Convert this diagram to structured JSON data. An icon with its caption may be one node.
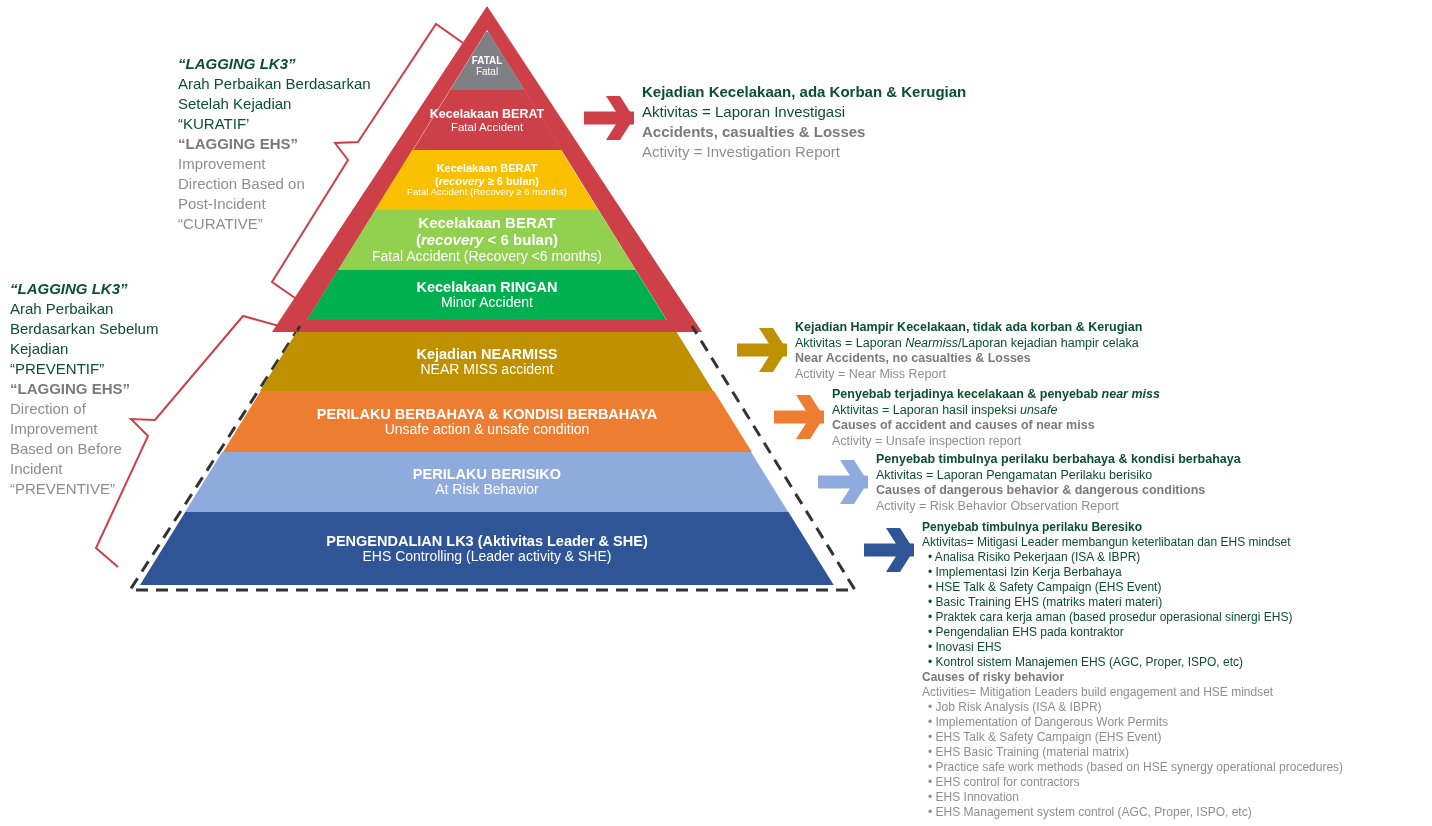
{
  "diagram": {
    "nodes": [
      {
        "text": [
          "FATAL",
          "Fatal"
        ]
      },
      {
        "text": [
          "Kecelakaan BERAT",
          "Fatal Accident"
        ]
      },
      {
        "text": [
          "Kecelakaan BERAT",
          "(*recovery* ≥ 6 bulan)",
          "Fatal Accident (Recovery ≥ 6 months)"
        ]
      },
      {
        "text": [
          "Kecelakaan BERAT",
          "(*recovery* < 6 bulan)",
          "Fatal Accident (Recovery <6 months)"
        ]
      },
      {
        "text": [
          "Kecelakaan RINGAN",
          "Minor Accident"
        ]
      },
      {
        "text": [
          "Kejadian NEARMISS",
          "NEAR MISS accident"
        ]
      },
      {
        "text": [
          "PERILAKU BERBAHAYA & KONDISI BERBAHAYA",
          "Unsafe action & unsafe condition"
        ]
      },
      {
        "text": [
          "PERILAKU BERISIKO",
          "At Risk Behavior"
        ]
      },
      {
        "text": [
          "PENGENDALIAN LK3 (Aktivitas Leader & SHE)",
          "EHS Controlling (Leader activity & SHE)"
        ]
      },
      {
        "text": [
          "Kejadian Kecelakaan, ada Korban & Kerugian",
          "Aktivitas = Laporan Investigasi",
          "Accidents, casualties & Losses",
          "Activity = Investigation Report"
        ]
      },
      {
        "text": [
          "Kejadian Hampir Kecelakaan, tidak ada korban & Kerugian",
          "Aktivitas = Laporan *Nearmiss*/Laporan kejadian hampir celaka",
          "Near Accidents, no casualties & Losses",
          "Activity = Near Miss Report"
        ]
      },
      {
        "text": [
          "Penyebab terjadinya kecelakaan & penyebab *near miss*",
          "Aktivitas = Laporan hasil inspeksi *unsafe*",
          "Causes of accident and causes of near miss",
          "Activity = Unsafe inspection report"
        ]
      },
      {
        "text": [
          "Penyebab timbulnya perilaku berbahaya & kondisi berbahaya",
          "Aktivitas = Laporan Pengamatan Perilaku berisiko",
          "Causes of dangerous behavior & dangerous conditions",
          "Activity = Risk Behavior Observation Report"
        ]
      },
      {
        "text": [
          "Penyebab timbulnya perilaku Beresiko",
          "Aktivitas= Mitigasi Leader membangun keterlibatan dan EHS mindset",
          "• Analisa Risiko Pekerjaan (ISA & IBPR)",
          "• Implementasi Izin Kerja Berbahaya",
          "• HSE Talk & Safety Campaign (EHS Event)",
          "• Basic Training EHS (matriks materi materi)",
          "• Praktek cara kerja aman (based prosedur operasional sinergi EHS)",
          "• Pengendalian EHS pada kontraktor",
          "• Inovasi EHS",
          "• Kontrol sistem Manajemen EHS (AGC, Proper, ISPO, etc)",
          "Causes of risky behavior",
          "Activities= Mitigation Leaders build engagement and HSE mindset",
          "• Job Risk Analysis (ISA & IBPR)",
          "• Implementation of Dangerous Work Permits",
          "• EHS Talk & Safety Campaign (EHS Event)",
          "• EHS Basic Training (material matrix)",
          "• Practice safe work methods (based on HSE synergy operational procedures)",
          "• EHS control for contractors",
          "• EHS Innovation",
          "• EHS Management system control (AGC, Proper, ISPO, etc)"
        ]
      }
    ],
    "edges": [
      {
        "from": null,
        "to": 9,
        "arrow": "to",
        "color": "#cd4048"
      },
      {
        "from": null,
        "to": 10,
        "arrow": "to",
        "color": "#bf9000"
      },
      {
        "from": null,
        "to": 11,
        "arrow": "to",
        "color": "#ed7d31"
      },
      {
        "from": null,
        "to": 12,
        "arrow": "to",
        "color": "#8faadc"
      },
      {
        "from": null,
        "to": 13,
        "arrow": "to",
        "color": "#2f5597"
      }
    ],
    "labels": [
      "“LAGGING LK3”",
      "Arah Perbaikan Berdasarkan Setelah Kejadian",
      "“KURATIF’",
      "“LAGGING EHS”",
      "Improvement Direction Based on Post-Incident",
      "“CURATIVE”",
      "“LAGGING LK3”",
      "Arah Perbaikan Berdasarkan Sebelum Kejadian",
      "“PREVENTIF”",
      "“LAGGING EHS”",
      "Direction of Improvement Based on Before Incident",
      "“PREVENTIVE”"
    ]
  }
}
